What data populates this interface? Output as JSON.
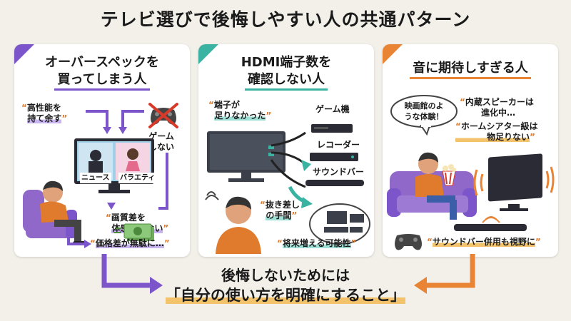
{
  "title": "テレビ選びで後悔しやすい人の共通パターン",
  "colors": {
    "purple": "#7b55c9",
    "teal": "#3bb3a3",
    "orange": "#e98435"
  },
  "panel1": {
    "title_line1": "オーバースペックを",
    "title_line2": "買ってしまう人",
    "text_high_perf_1": "高性能を",
    "text_high_perf_2": "持て余す",
    "text_game_1": "ゲーム",
    "text_game_2": "しない",
    "label_news": "ニュース",
    "label_variety": "バラエティ",
    "text_quality_1": "画質差を",
    "text_quality_2": "体感できない",
    "text_price": "価格差が無駄に…"
  },
  "panel2": {
    "title_line1": "HDMI端子数を",
    "title_line2": "確認しない人",
    "text_ports_1": "端子が",
    "text_ports_2": "足りなかった",
    "label_game": "ゲーム機",
    "label_recorder": "レコーダー",
    "label_soundbar": "サウンドバー",
    "text_plug_1": "抜き差し",
    "text_plug_2": "の手間",
    "text_future": "将来増える可能性"
  },
  "panel3": {
    "title": "音に期待しすぎる人",
    "bubble_1": "映画館のよ",
    "bubble_2": "うな体験！",
    "text_speaker_1": "内蔵スピーカーは",
    "text_speaker_2": "進化中…",
    "text_theater_1": "ホームシアター級は",
    "text_theater_2": "物足りない",
    "text_soundbar": "サウンドバー併用も視野に"
  },
  "bottom": {
    "line1": "後悔しないためには",
    "line2": "「自分の使い方を明確にすること」"
  }
}
